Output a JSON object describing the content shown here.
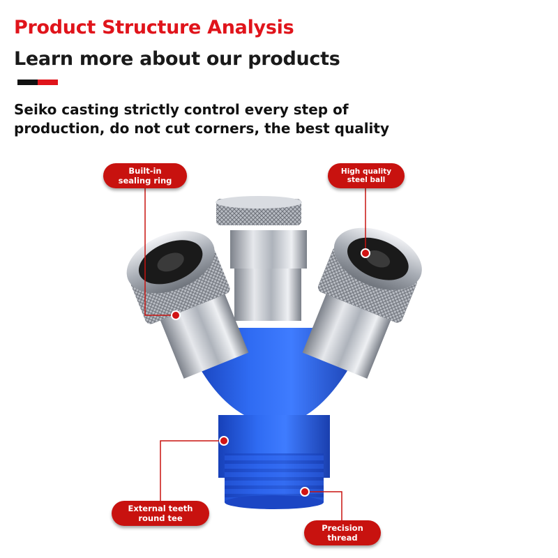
{
  "header": {
    "title": "Product Structure Analysis",
    "subtitle": "Learn more about our products"
  },
  "description": {
    "line1": "Seiko casting strictly control every step of",
    "line2": "production, do not cut corners, the best quality"
  },
  "callouts": {
    "sealing_ring": {
      "line1": "Built-in",
      "line2": "sealing ring"
    },
    "steel_ball": {
      "line1": "High quality",
      "line2": "steel ball"
    },
    "external_teeth": {
      "line1": "External teeth",
      "line2": "round tee"
    },
    "precision_thread": {
      "line1": "Precision",
      "line2": "thread"
    }
  },
  "colors": {
    "accent_red": "#e0141b",
    "callout_red": "#c8120f",
    "body_blue": "#2a5fe8",
    "metal": "#c9ccd2"
  },
  "icons": {
    "product": "three-way-quick-coupler-image"
  }
}
